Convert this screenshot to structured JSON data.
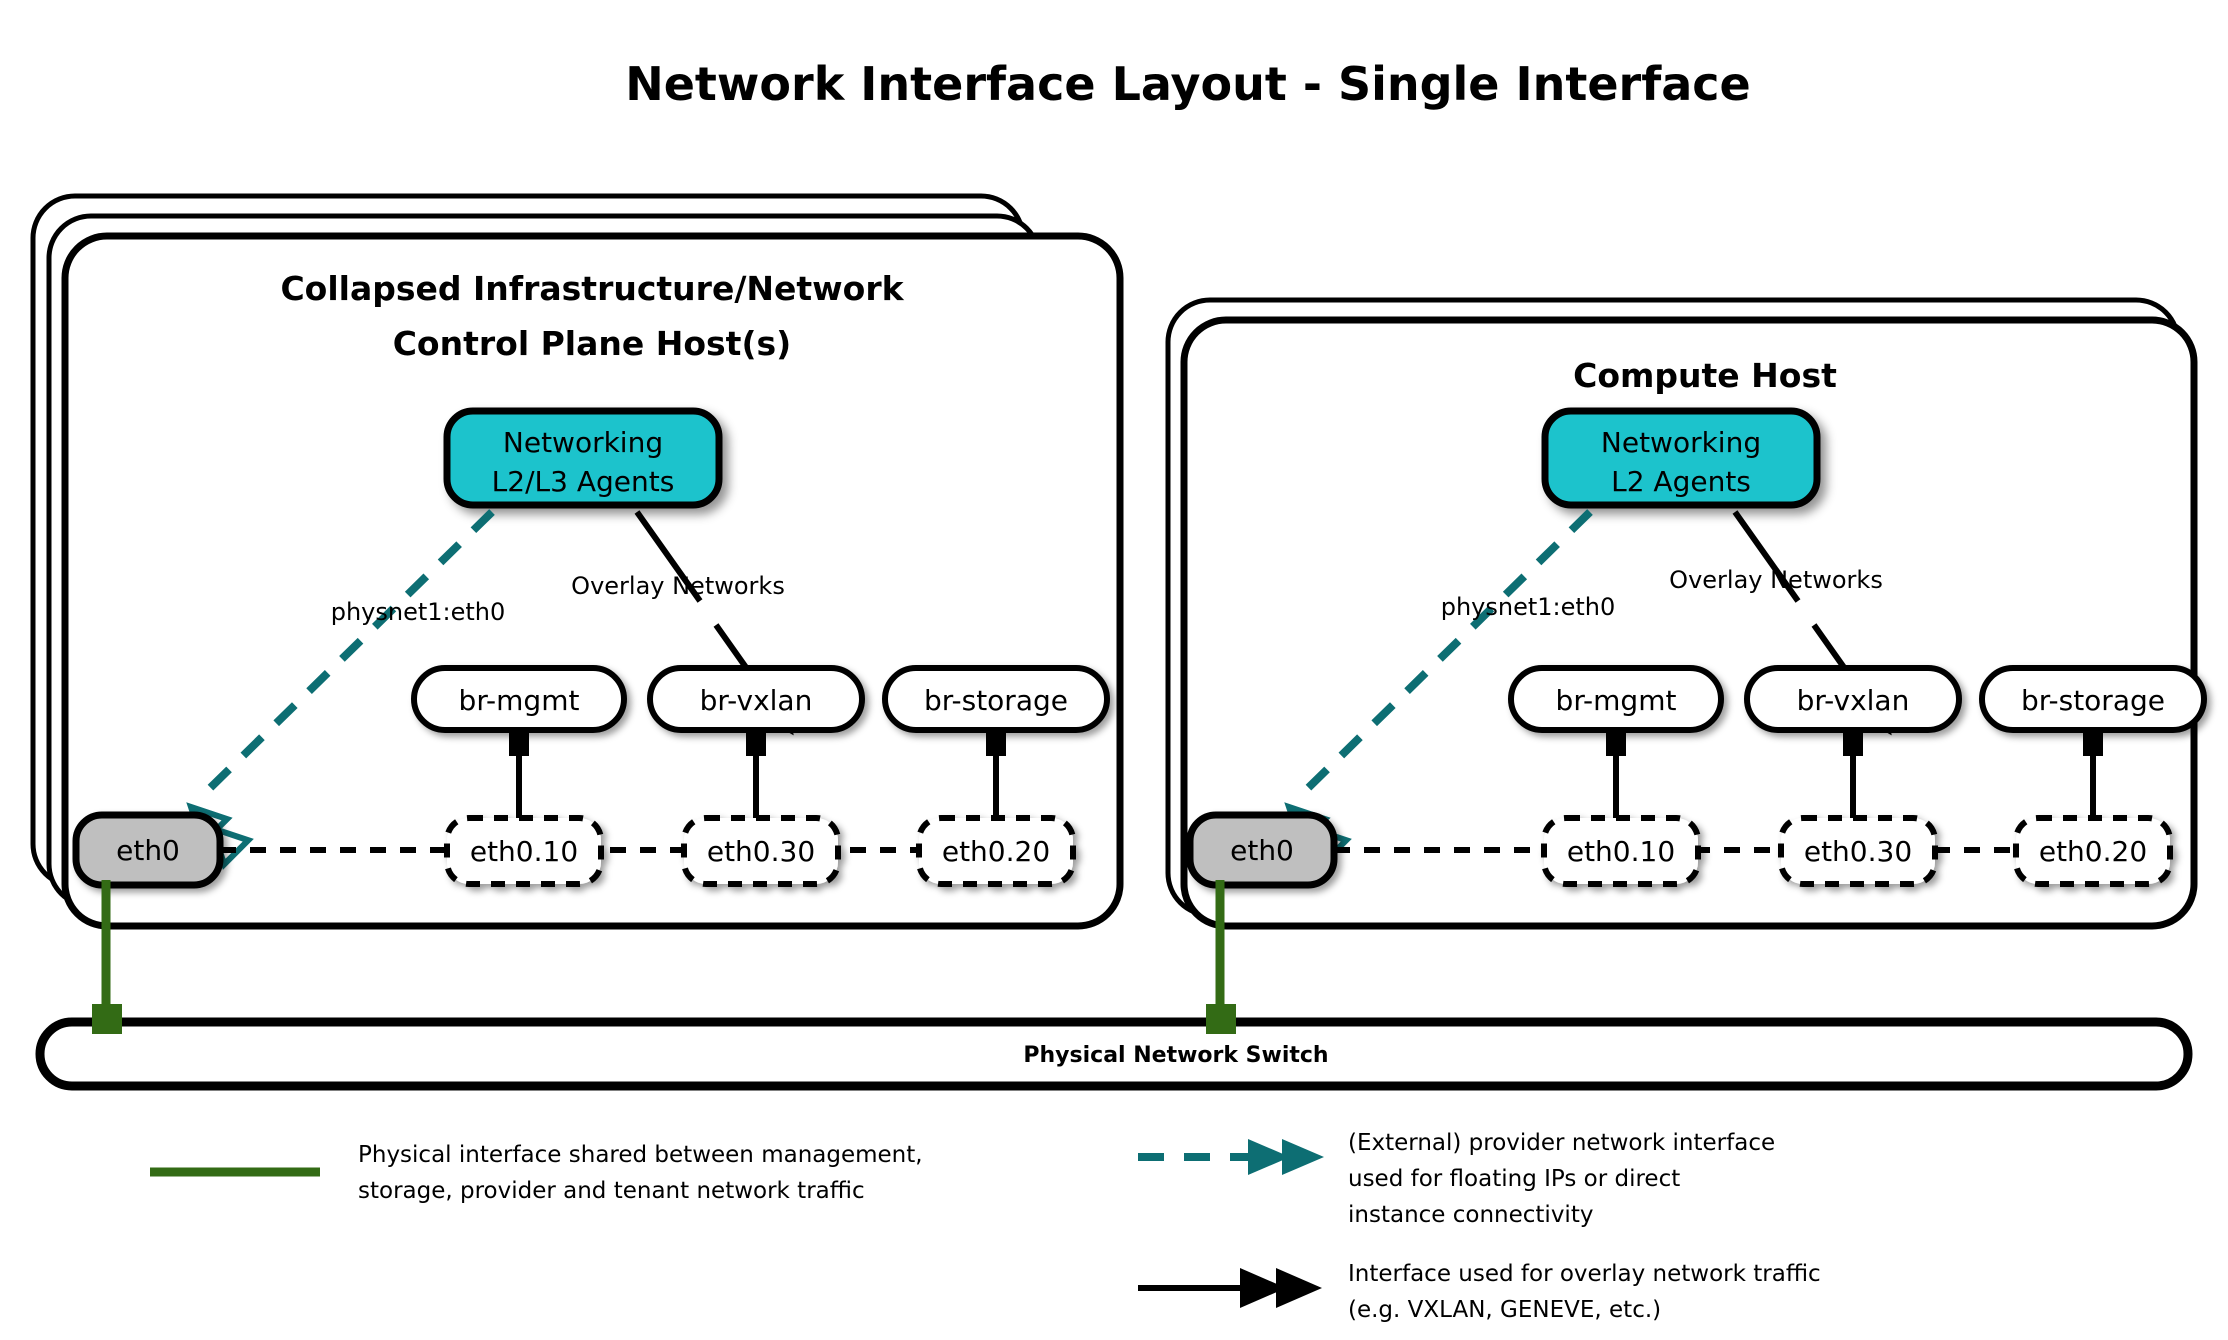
{
  "title": "Network Interface Layout - Single Interface",
  "colors": {
    "agent_fill": "#1FC3CC",
    "physical_green": "#336b15",
    "provider_teal": "#0d6e73",
    "eth_gray": "#BFBFBF",
    "outline": "#000000",
    "background": "#ffffff"
  },
  "hosts": [
    {
      "id": "control-plane",
      "title_line1": "Collapsed Infrastructure/Network",
      "title_line2": "Control Plane Host(s)",
      "stack_layers": 3,
      "agent": {
        "line1": "Networking",
        "line2": "L2/L3 Agents"
      },
      "edge_labels": {
        "provider": "physnet1:eth0",
        "overlay": "Overlay Networks"
      },
      "physical_interface": "eth0",
      "bridges": [
        {
          "bridge": "br-mgmt",
          "vlan": "eth0.10"
        },
        {
          "bridge": "br-vxlan",
          "vlan": "eth0.30"
        },
        {
          "bridge": "br-storage",
          "vlan": "eth0.20"
        }
      ]
    },
    {
      "id": "compute",
      "title_line1": "Compute Host",
      "title_line2": "",
      "stack_layers": 2,
      "agent": {
        "line1": "Networking",
        "line2": "L2 Agents"
      },
      "edge_labels": {
        "provider": "physnet1:eth0",
        "overlay": "Overlay Networks"
      },
      "physical_interface": "eth0",
      "bridges": [
        {
          "bridge": "br-mgmt",
          "vlan": "eth0.10"
        },
        {
          "bridge": "br-vxlan",
          "vlan": "eth0.30"
        },
        {
          "bridge": "br-storage",
          "vlan": "eth0.20"
        }
      ]
    }
  ],
  "switch": {
    "label": "Physical Network Switch"
  },
  "legend": {
    "items": [
      {
        "key": "physical",
        "style": "solid-green-line",
        "lines": [
          "Physical interface shared between management,",
          "storage, provider and tenant network traffic"
        ]
      },
      {
        "key": "provider",
        "style": "dashed-teal-double-arrow",
        "lines": [
          "(External) provider network interface",
          "used for floating IPs or direct",
          "instance connectivity"
        ]
      },
      {
        "key": "overlay",
        "style": "solid-black-double-arrow",
        "lines": [
          "Interface used for overlay network traffic",
          "(e.g. VXLAN, GENEVE, etc.)"
        ]
      }
    ]
  }
}
